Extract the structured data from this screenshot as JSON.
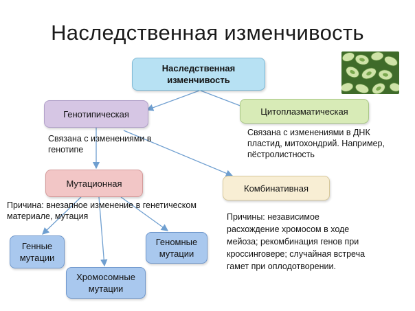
{
  "title": "Наследственная изменчивость",
  "nodes": {
    "root": "Наследственная изменчивость",
    "genotypic": "Генотипическая",
    "cytoplasmic": "Цитоплазматическая",
    "mutational": "Мутационная",
    "combinative": "Комбинативная",
    "gene": "Генные мутации",
    "chromosomal": "Хромосомные мутации",
    "genomic": "Геномные мутации"
  },
  "notes": {
    "genotypic": "Связана с изменениями в генотипе",
    "cytoplasmic": "Связана с изменениями в ДНК пластид, митохондрий. Например, пёстролистность",
    "mutational": "Причина: внезапное изменение в генетическом материале, мутация",
    "combinative": "Причины: независимое расхождение хромосом в ходе мейоза; рекомбинация генов при кроссинговере; случайная встреча гамет при оплодотворении."
  },
  "colors": {
    "root": "#b7e1f3",
    "genotypic": "#d6c6e4",
    "cytoplasmic": "#d8ebb7",
    "mutational": "#f2c6c6",
    "combinative": "#f8eed4",
    "mutation_types": "#a9c8ee",
    "arrows": "#6f9fd0"
  },
  "image": "variegated-leaves-photo"
}
